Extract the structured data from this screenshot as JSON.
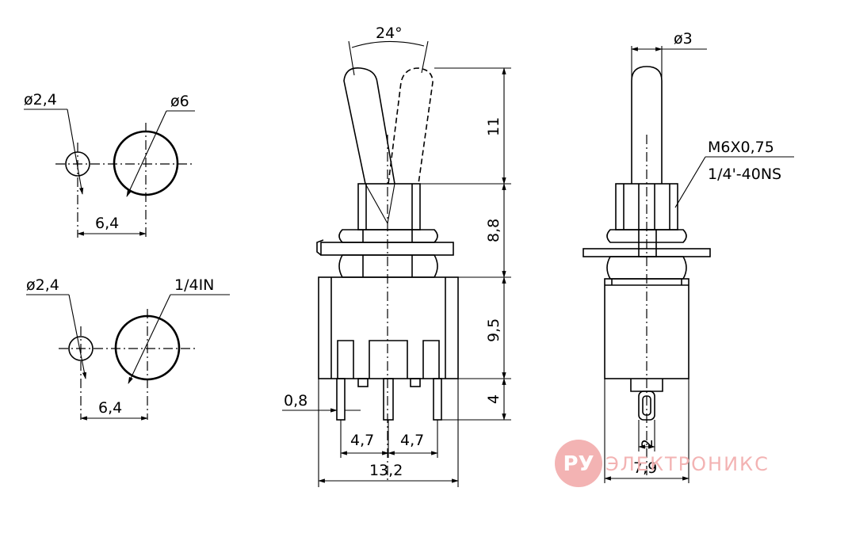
{
  "hole_top": {
    "small_label": "ø2,4",
    "large_label": "ø6",
    "spacing_label": "6,4"
  },
  "hole_bottom": {
    "small_label": "ø2,4",
    "large_label": "1/4IN",
    "spacing_label": "6,4"
  },
  "front_view": {
    "angle_label": "24°",
    "height_lever": "11",
    "height_bushing": "8,8",
    "height_body": "9,5",
    "height_pins": "4",
    "pin_thickness": "0,8",
    "pin_pitch_left": "4,7",
    "pin_pitch_right": "4,7",
    "body_width": "13,2"
  },
  "side_view": {
    "lever_diameter": "ø3",
    "thread_metric": "M6X0,75",
    "thread_imperial": "1/4'-40NS",
    "pin_width": "2",
    "body_depth": "7,9"
  },
  "watermark": {
    "badge": "РУ",
    "text": "ЭЛЕКТРОНИКС",
    "badge_color": "#f3b3b3"
  }
}
